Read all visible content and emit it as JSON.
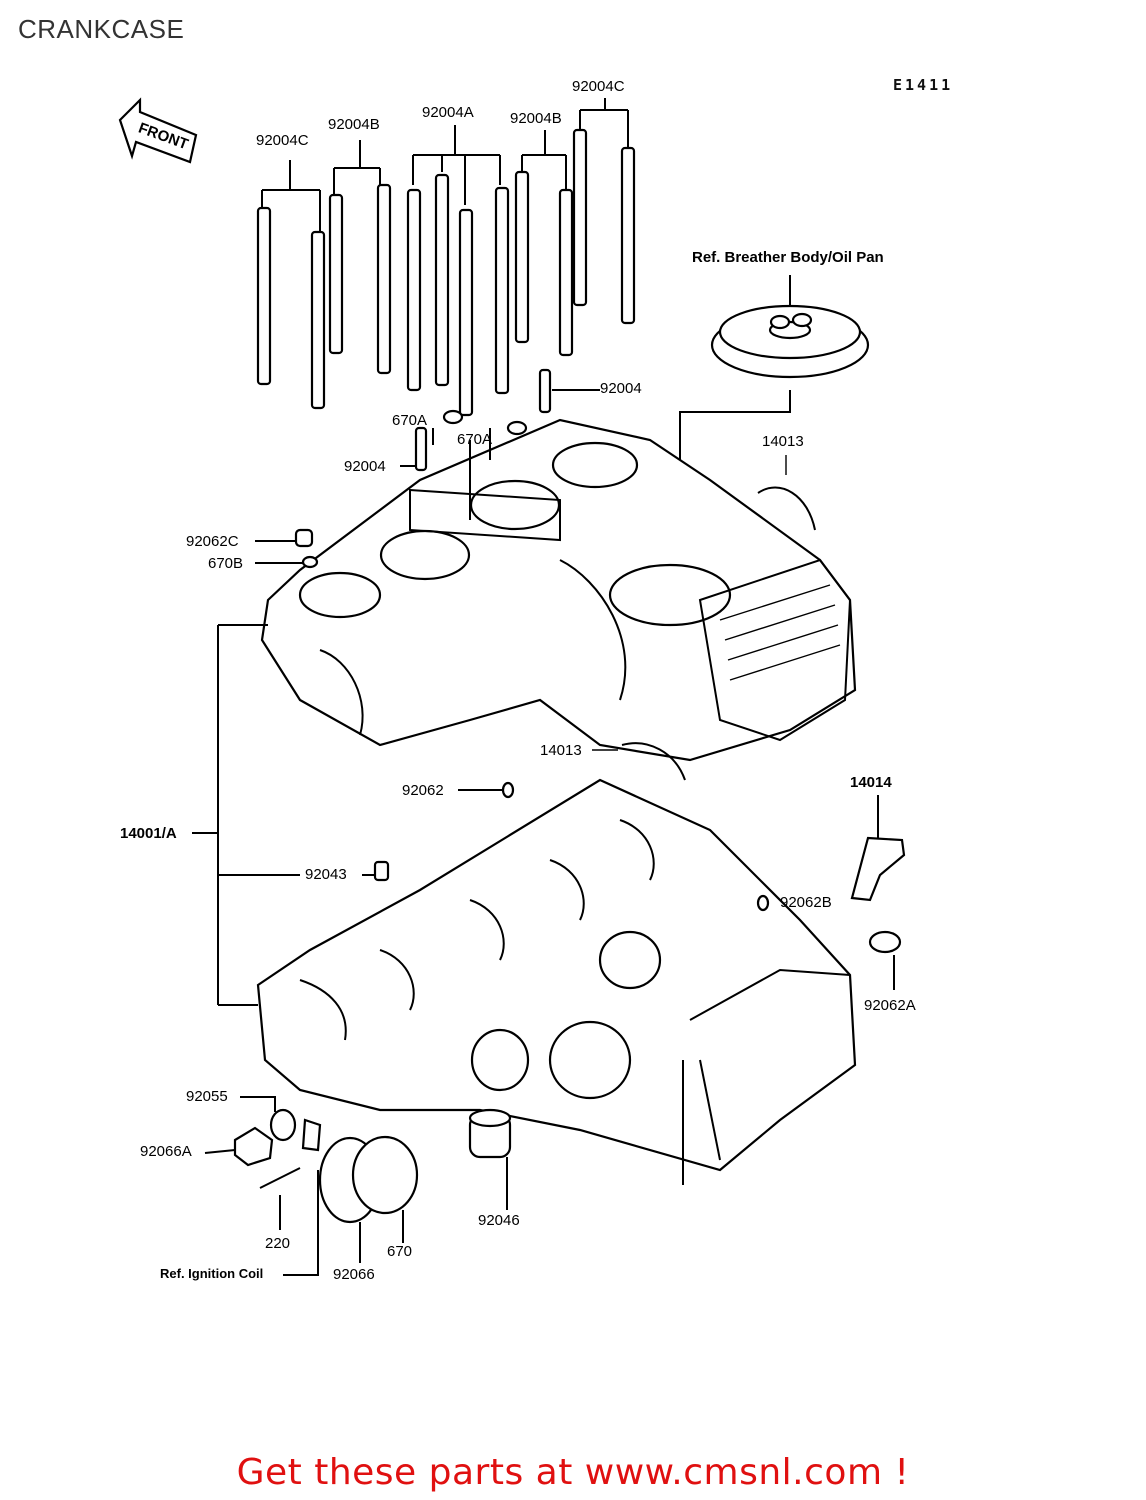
{
  "page": {
    "title": "CRANKCASE",
    "diagram_id": "E1411",
    "footer_cta": "Get these parts at www.cmsnl.com !",
    "footer_color": "#e01010"
  },
  "front_arrow": {
    "text": "FRONT",
    "icon": "front-arrow-icon"
  },
  "callouts": {
    "stud_92004c_left": "92004C",
    "stud_92004b_left": "92004B",
    "stud_92004a": "92004A",
    "stud_92004b_right": "92004B",
    "stud_92004c_right": "92004C",
    "ref_breather": "Ref. Breather Body/Oil Pan",
    "stud_92004_right": "92004",
    "oring_670a_left": "670A",
    "oring_670a_right": "670A",
    "stud_92004_left": "92004",
    "bearing_14013_top": "14013",
    "plug_92062c": "92062C",
    "oring_670b": "670B",
    "crankcase_14001a": "14001/A",
    "bearing_14013_lower": "14013",
    "plug_92062": "92062",
    "bracket_14014": "14014",
    "pin_92043": "92043",
    "plug_92062b": "92062B",
    "plug_92062a": "92062A",
    "ring_92055": "92055",
    "bolt_92066a": "92066A",
    "bolt_220": "220",
    "ref_ignition": "Ref. Ignition Coil",
    "clamp_92066": "92066",
    "oring_670": "670",
    "bushing_92046": "92046"
  }
}
